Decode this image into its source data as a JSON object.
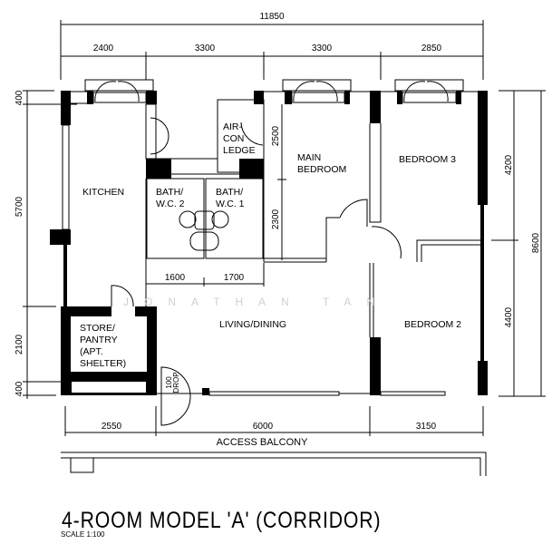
{
  "dimensions": {
    "overall_width": "11850",
    "top": [
      "2400",
      "3300",
      "3300",
      "2850"
    ],
    "left": [
      "400",
      "5700",
      "2100",
      "400"
    ],
    "right_inner": [
      "4200",
      "4400"
    ],
    "right_overall": "8600",
    "bottom": [
      "2550",
      "6000",
      "3150"
    ],
    "bath_widths": [
      "1600",
      "1700"
    ],
    "main_bedroom_side": [
      "2500",
      "2300"
    ]
  },
  "rooms": {
    "kitchen": "KITCHEN",
    "aircon_1": "AIR-",
    "aircon_2": "CON",
    "aircon_3": "LEDGE",
    "bath2_1": "BATH/",
    "bath2_2": "W.C.  2",
    "bath1_1": "BATH/",
    "bath1_2": "W.C.  1",
    "main_bedroom_1": "MAIN",
    "main_bedroom_2": "BEDROOM",
    "bedroom3": "BEDROOM  3",
    "bedroom2": "BEDROOM  2",
    "living": "LIVING/DINING",
    "store_1": "STORE/",
    "store_2": "PANTRY",
    "store_3": "(APT.",
    "store_4": "SHELTER)",
    "drop_1": "100",
    "drop_2": "DROP",
    "balcony": "ACCESS   BALCONY"
  },
  "watermark": "JONATHAN TAN",
  "title": "4-ROOM MODEL 'A' (CORRIDOR)",
  "scale": "SCALE  1:100"
}
